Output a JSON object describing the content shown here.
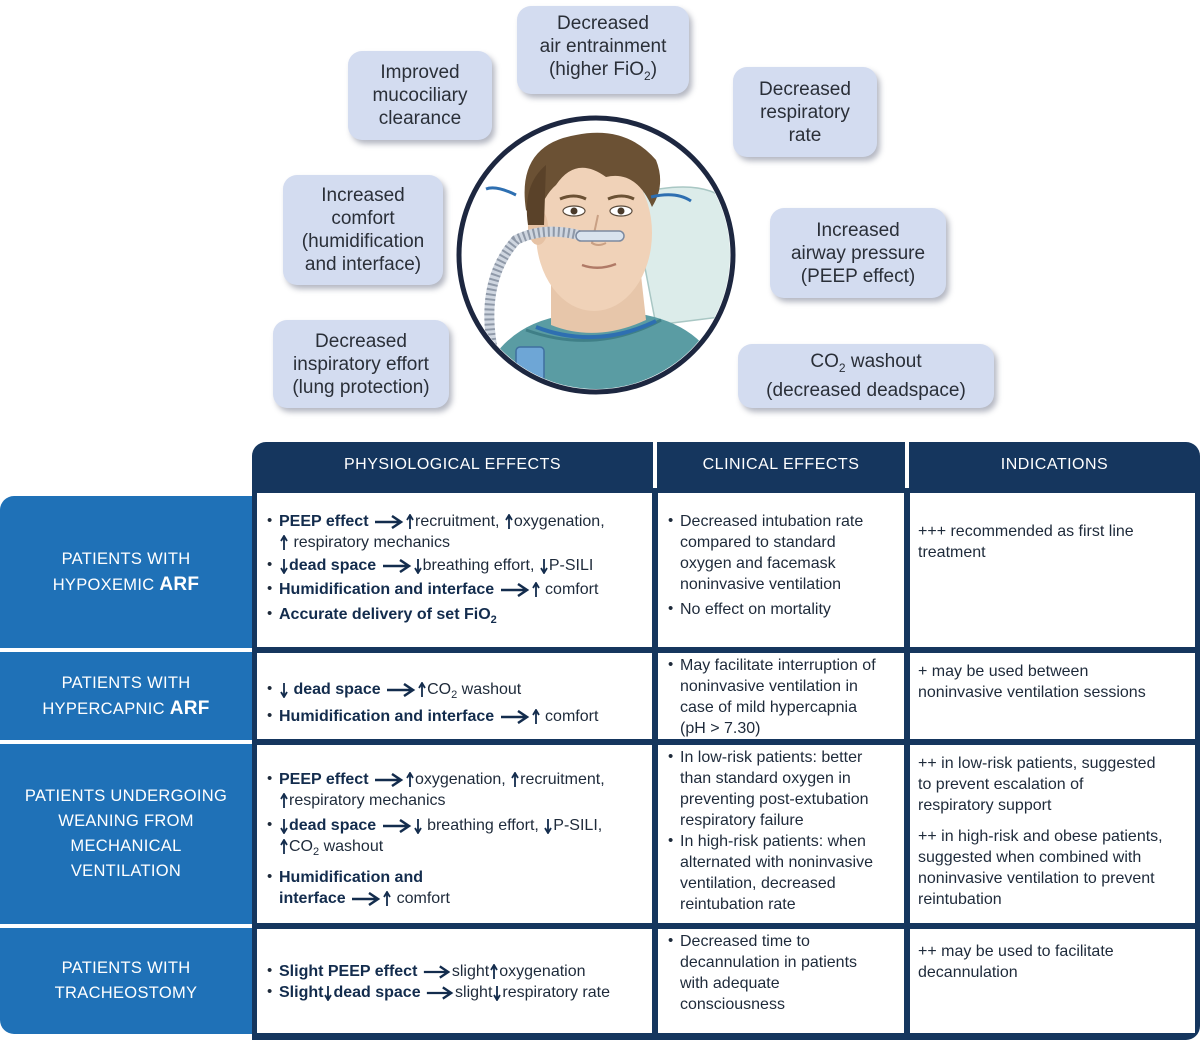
{
  "bubbles": {
    "air": [
      "Decreased",
      "air entrainment",
      "(higher FiO",
      "2",
      ")"
    ],
    "mucociliary": [
      "Improved",
      "mucociliary",
      "clearance"
    ],
    "resp_rate": [
      "Decreased",
      "respiratory",
      "rate"
    ],
    "comfort": [
      "Increased",
      "comfort",
      "(humidification",
      "and interface)"
    ],
    "airway_pressure": [
      "Increased",
      "airway pressure",
      "(PEEP effect)"
    ],
    "insp_effort": [
      "Decreased",
      "inspiratory effort",
      "(lung protection)"
    ],
    "co2": [
      "CO",
      "2",
      " washout",
      "(decreased deadspace)"
    ]
  },
  "headers": {
    "physio": "PHYSIOLOGICAL EFFECTS",
    "clinical": "CLINICAL EFFECTS",
    "indications": "INDICATIONS"
  },
  "rows": {
    "hypoxemic": {
      "label": [
        "PATIENTS WITH",
        "HYPOXEMIC ",
        "ARF"
      ],
      "physio": {
        "peep": "PEEP effect",
        "recruitment": "recruitment,",
        "oxygenation": "oxygenation,",
        "mechanics": "respiratory mechanics",
        "dead_space": "dead space",
        "breathing_effort": "breathing effort,",
        "psili": "P-SILI",
        "humid": "Humidification and interface",
        "comfort": "comfort",
        "fio2": "Accurate delivery of set FiO",
        "fio2_sub": "2"
      },
      "clinical": [
        "Decreased intubation rate",
        "compared to standard",
        "oxygen and facemask",
        "noninvasive ventilation",
        "No effect on mortality"
      ],
      "indications": [
        "+++ recommended as first line",
        "treatment"
      ]
    },
    "hypercapnic": {
      "label": [
        "PATIENTS WITH",
        "HYPERCAPNIC ",
        "ARF"
      ],
      "physio": {
        "dead_space": "dead space",
        "co2": "CO",
        "co2_sub": "2",
        "washout": " washout",
        "humid": "Humidification and interface",
        "comfort": "comfort"
      },
      "clinical": [
        "May facilitate interruption of",
        "noninvasive ventilation in",
        "case of mild hypercapnia",
        "(pH > 7.30)"
      ],
      "indications": [
        "+ may be used between",
        "noninvasive ventilation sessions"
      ]
    },
    "weaning": {
      "label": [
        "PATIENTS UNDERGOING",
        "WEANING FROM",
        "MECHANICAL",
        "VENTILATION"
      ],
      "physio": {
        "peep": "PEEP effect",
        "oxygenation": "oxygenation,",
        "recruitment": "recruitment,",
        "mechanics": "respiratory mechanics",
        "dead_space": "dead space",
        "breathing_effort": "breathing effort,",
        "psili": "P-SILI,",
        "co2": "CO",
        "co2_sub": "2",
        "washout": " washout",
        "humid1": "Humidification and",
        "humid2": "interface",
        "comfort": "comfort"
      },
      "clinical": [
        "In low-risk patients: better",
        "than standard oxygen in",
        "preventing post-extubation",
        "respiratory failure",
        "In high-risk patients: when",
        "alternated with noninvasive",
        "ventilation, decreased",
        "reintubation rate"
      ],
      "indications": [
        "++ in low-risk patients, suggested",
        "to prevent escalation of",
        "respiratory support",
        "++ in high-risk and obese patients,",
        "suggested when combined with",
        "noninvasive ventilation to prevent",
        "reintubation"
      ]
    },
    "tracheostomy": {
      "label": [
        "PATIENTS WITH",
        "TRACHEOSTOMY"
      ],
      "physio": {
        "slight_peep": "Slight PEEP effect",
        "slight_oxy_pre": "slight",
        "oxygenation": "oxygenation",
        "slight": "Slight",
        "dead_space": "dead space",
        "slight_rr_pre": "slight",
        "resp_rate": "respiratory rate"
      },
      "clinical": [
        "Decreased time to",
        "decannulation in patients",
        "with adequate",
        "consciousness"
      ],
      "indications": [
        "++ may be used to facilitate",
        "decannulation"
      ]
    }
  },
  "colors": {
    "header": "#15365e",
    "row_label": "#1f71b7",
    "bubble": "#d3dcf0"
  },
  "icons": {
    "arrow": "right-arrow-icon",
    "up": "up-arrow-icon",
    "down": "down-arrow-icon"
  }
}
